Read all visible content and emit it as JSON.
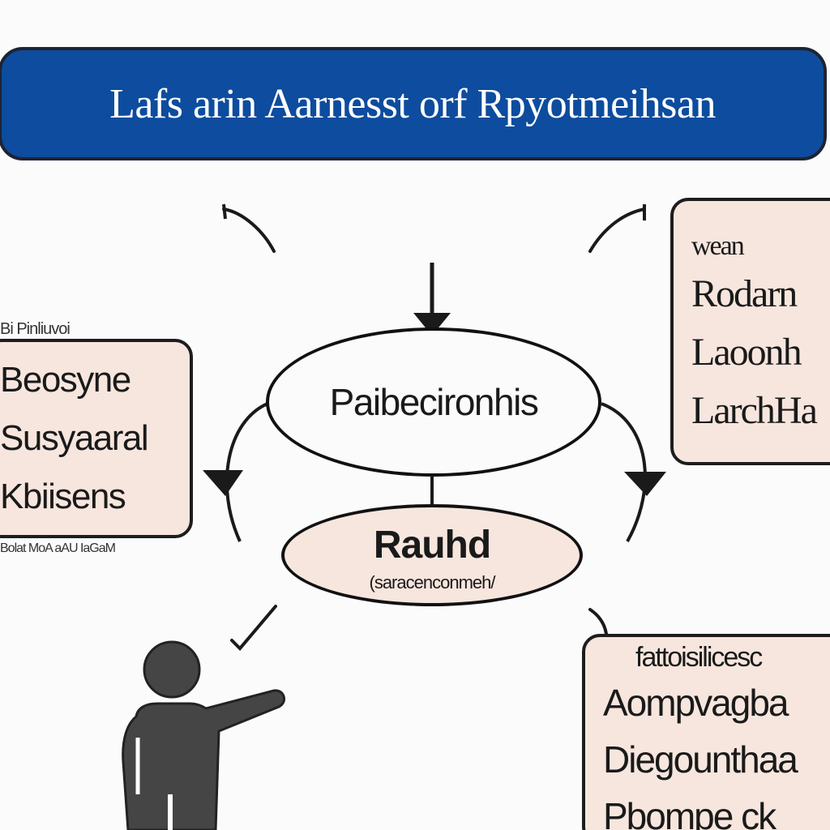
{
  "title": "Lafs arin Aarnesst orf Rpyotmeihsan",
  "colors": {
    "title_bg": "#0d4c9e",
    "box_fill": "#f7e6de",
    "stroke": "#1d1d1d",
    "person": "#454545"
  },
  "center": {
    "main_node": "Paibecironhis",
    "sub_node": "Rauhd",
    "sub_caption": "(saracenconmeh/"
  },
  "left_box": {
    "note_above": "Bi Pinliuvoi",
    "lines": [
      "Beosyne",
      "Susyaaral",
      "Kbiisens"
    ],
    "note_below": "Bolat MoA aAU IaGaM"
  },
  "right_box": {
    "lines": [
      "wean",
      "Rodarn",
      "Laoonh",
      "LarchHa"
    ]
  },
  "bottom_box": {
    "lines": [
      "fattoisilicesc",
      "Aompvagba",
      "Diegounthaa",
      "Pbompe ck"
    ]
  },
  "figure": {
    "icon": "person-pointing-icon"
  }
}
